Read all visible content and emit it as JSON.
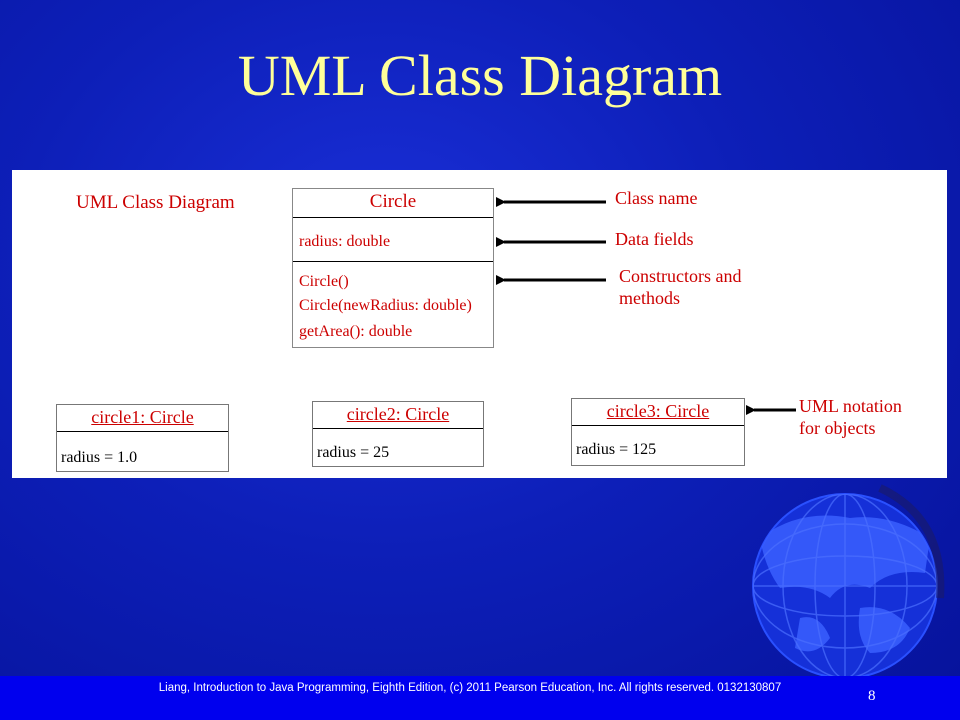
{
  "slide": {
    "title": "UML Class Diagram",
    "page_number": "8",
    "footer": "Liang, Introduction to Java Programming, Eighth Edition, (c) 2011 Pearson Education, Inc. All rights reserved. 0132130807"
  },
  "colors": {
    "background": "#0d1fb8",
    "title": "#ffff99",
    "annotation_red": "#cc0000",
    "footer_bar": "#0000ee"
  },
  "diagram": {
    "heading": "UML Class Diagram",
    "class_box": {
      "name": "Circle",
      "fields": [
        "radius: double"
      ],
      "methods": [
        "Circle()",
        "Circle(newRadius: double)",
        "getArea(): double"
      ]
    },
    "annotations": {
      "class_name": "Class name",
      "data_fields": "Data fields",
      "constructors_line1": "Constructors and",
      "constructors_line2": "methods",
      "objects_line1": "UML notation",
      "objects_line2": "for objects"
    },
    "objects": [
      {
        "name": "circle1: Circle",
        "field": "radius = 1.0"
      },
      {
        "name": "circle2: Circle",
        "field": "radius = 25"
      },
      {
        "name": "circle3: Circle",
        "field": "radius = 125"
      }
    ]
  }
}
